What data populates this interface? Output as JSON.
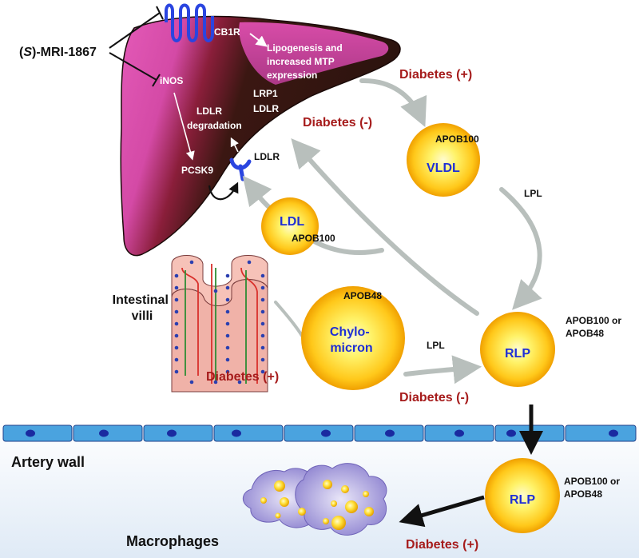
{
  "drug": {
    "prefix": "(",
    "stereo": "S",
    "suffix": ")-MRI-1867"
  },
  "liver": {
    "cb1r": "CB1R",
    "lipogenesis": [
      "Lipogenesis and",
      "increased MTP",
      "expression"
    ],
    "inos": "iNOS",
    "lrp1": "LRP1",
    "ldlr_receptor": "LDLR",
    "ldlr_degradation": [
      "LDLR",
      "degradation"
    ],
    "pcsk9": "PCSK9",
    "ldlr_surface": "LDLR"
  },
  "status": {
    "diabetes_plus_top": "Diabetes (+)",
    "diabetes_minus_top": "Diabetes (-)",
    "diabetes_plus_left": "Diabetes (+)",
    "diabetes_minus_bottom": "Diabetes (-)",
    "diabetes_plus_bottom": "Diabetes (+)"
  },
  "particles": {
    "vldl": {
      "name": "VLDL",
      "apo": "APOB100"
    },
    "ldl": {
      "name": "LDL",
      "apo": "APOB100"
    },
    "chylomicron": {
      "name": [
        "Chylo-",
        "micron"
      ],
      "apo": "APOB48"
    },
    "rlp": {
      "name": "RLP",
      "apo": [
        "APOB100 or",
        "APOB48"
      ]
    },
    "rlp_wall": {
      "name": "RLP",
      "apo": [
        "APOB100 or",
        "APOB48"
      ]
    }
  },
  "enzymes": {
    "lpl_vldl": "LPL",
    "lpl_chylo": "LPL"
  },
  "labels": {
    "intestinal": [
      "Intestinal",
      "villi"
    ],
    "artery": "Artery wall",
    "macrophages": "Macrophages"
  },
  "colors": {
    "liver_pink": "#e651b7",
    "liver_dark": "#2e1410",
    "particle_core": "#fff36a",
    "particle_edge": "#f0a400",
    "arrow_gray": "#b8bfbc",
    "red_text": "#a61c1c",
    "blue_text": "#1f2fd6",
    "cell_fill": "#4aa3df",
    "nucleus": "#1a2aa0"
  }
}
